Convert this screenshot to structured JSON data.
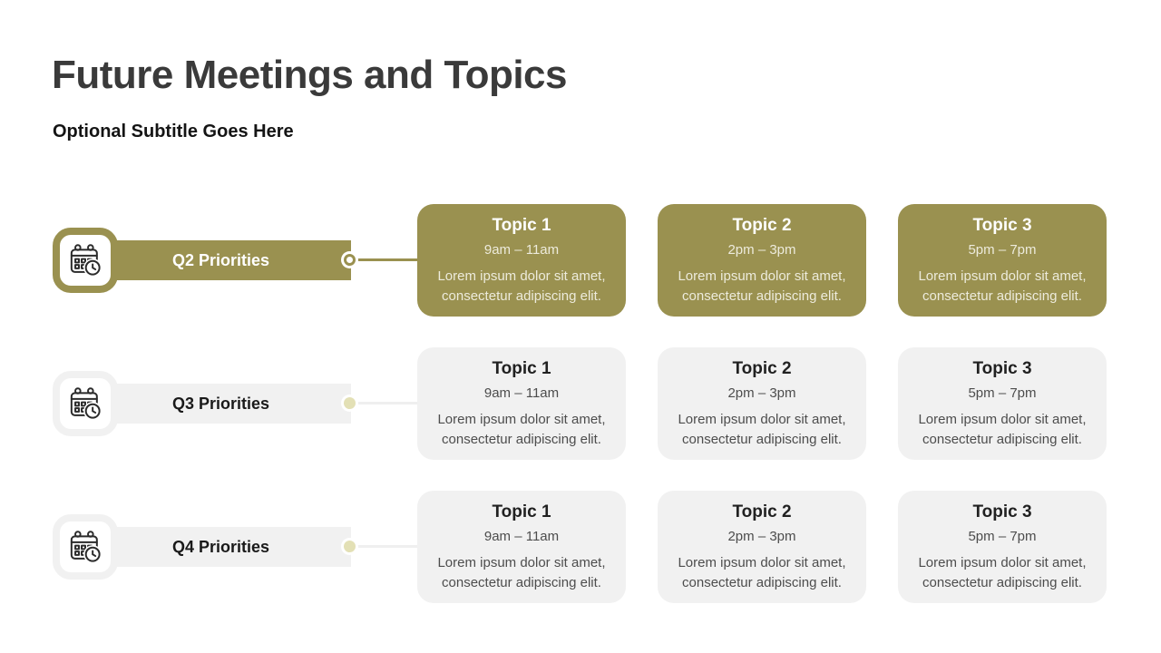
{
  "slide": {
    "title": "Future Meetings and Topics",
    "subtitle": "Optional Subtitle Goes Here"
  },
  "colors": {
    "accent_olive": "#9A9150",
    "accent_olive_pale": "#E3E0B5",
    "card_gray": "#F1F1F1",
    "title_text": "#3A3A3A"
  },
  "icons": {
    "row_icon": "calendar-clock-icon"
  },
  "rows": [
    {
      "label": "Q2 Priorities",
      "active": true,
      "topics": [
        {
          "title": "Topic 1",
          "time": "9am – 11am",
          "description": "Lorem ipsum dolor sit amet, consectetur adipiscing elit."
        },
        {
          "title": "Topic 2",
          "time": "2pm – 3pm",
          "description": "Lorem ipsum dolor sit amet, consectetur adipiscing elit."
        },
        {
          "title": "Topic 3",
          "time": "5pm – 7pm",
          "description": "Lorem ipsum dolor sit amet, consectetur adipiscing elit."
        }
      ]
    },
    {
      "label": "Q3 Priorities",
      "active": false,
      "topics": [
        {
          "title": "Topic 1",
          "time": "9am – 11am",
          "description": "Lorem ipsum dolor sit amet, consectetur adipiscing elit."
        },
        {
          "title": "Topic 2",
          "time": "2pm – 3pm",
          "description": "Lorem ipsum dolor sit amet, consectetur adipiscing elit."
        },
        {
          "title": "Topic 3",
          "time": "5pm – 7pm",
          "description": "Lorem ipsum dolor sit amet, consectetur adipiscing elit."
        }
      ]
    },
    {
      "label": "Q4 Priorities",
      "active": false,
      "topics": [
        {
          "title": "Topic 1",
          "time": "9am – 11am",
          "description": "Lorem ipsum dolor sit amet, consectetur adipiscing elit."
        },
        {
          "title": "Topic 2",
          "time": "2pm – 3pm",
          "description": "Lorem ipsum dolor sit amet, consectetur adipiscing elit."
        },
        {
          "title": "Topic 3",
          "time": "5pm – 7pm",
          "description": "Lorem ipsum dolor sit amet, consectetur adipiscing elit."
        }
      ]
    }
  ]
}
